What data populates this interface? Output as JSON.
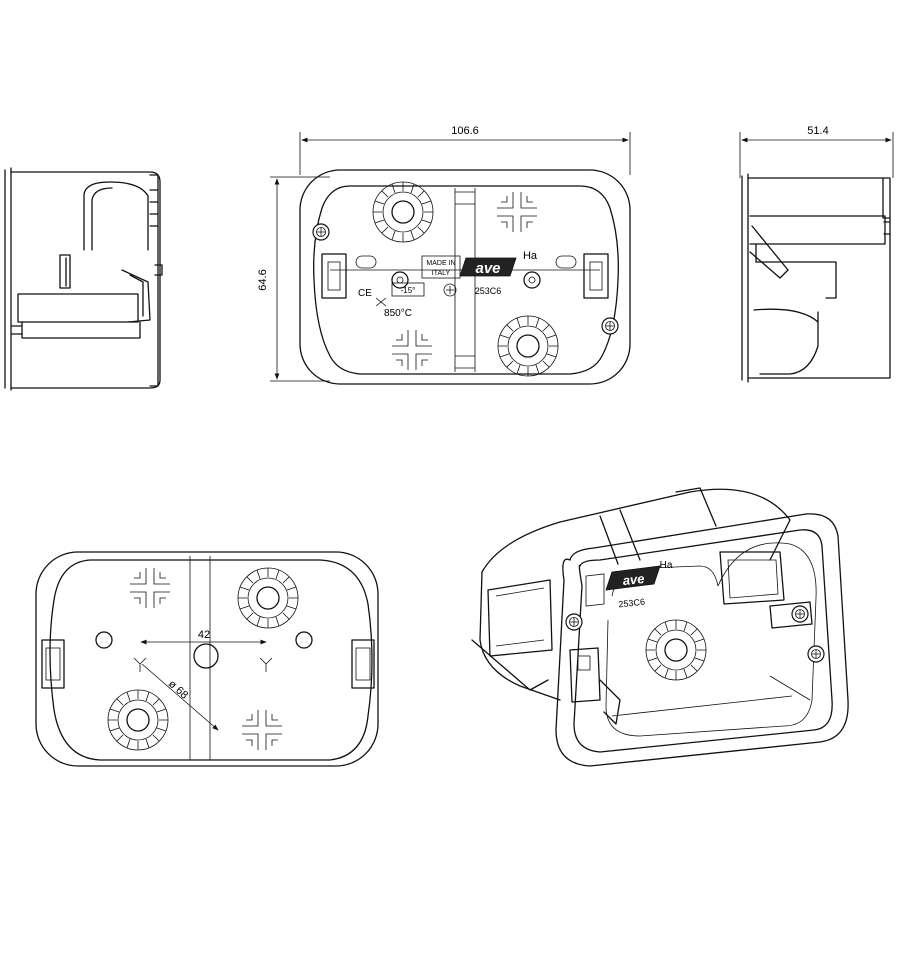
{
  "dimensions": {
    "front_width": "106.6",
    "front_height": "64.6",
    "side_depth": "51.4",
    "back_spacing": "42",
    "back_diameter": "ø 68"
  },
  "markings": {
    "model": "Ha",
    "made_in_line1": "MADE IN",
    "made_in_line2": "ITALY",
    "brand": "ave",
    "code": "253C6",
    "ce": "CE",
    "temp_min": "-15°",
    "glow_wire": "850°C",
    "iso_code": "253C6"
  }
}
